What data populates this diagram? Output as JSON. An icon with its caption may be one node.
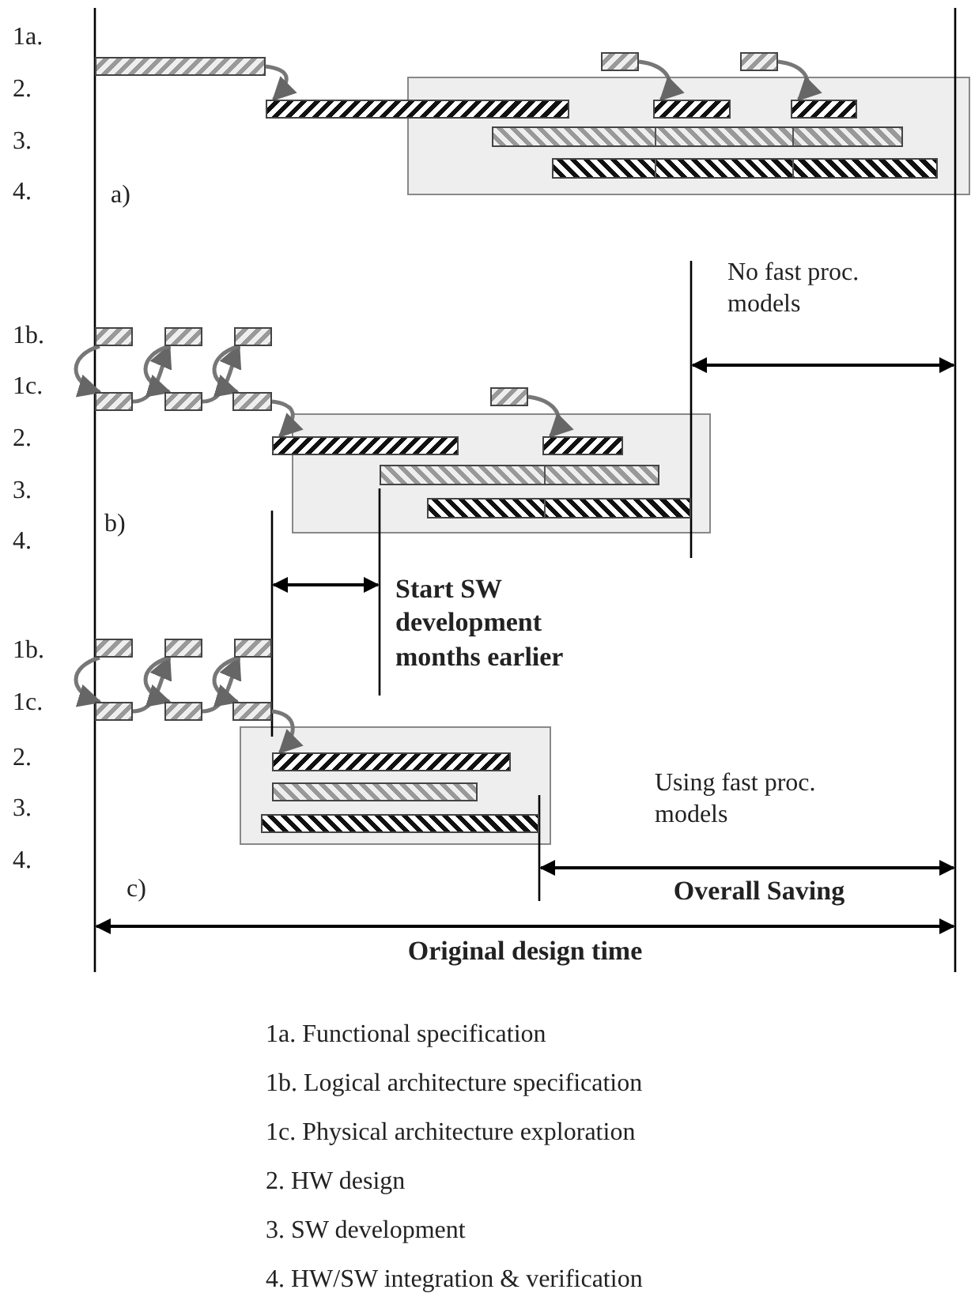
{
  "diagram": {
    "nodes": [
      {
        "text": [],
        "shape": "bar"
      },
      {
        "text": [],
        "shape": "bar"
      },
      {
        "text": [],
        "shape": "bar"
      },
      {
        "text": [],
        "shape": "bar"
      },
      {
        "text": [],
        "shape": "bar"
      },
      {
        "text": [],
        "shape": "bar"
      },
      {
        "text": [],
        "shape": "bar"
      },
      {
        "text": [],
        "shape": "bar"
      },
      {
        "text": [],
        "shape": "bar"
      },
      {
        "text": [],
        "shape": "bar"
      },
      {
        "text": [],
        "shape": "bar"
      },
      {
        "text": [],
        "shape": "bar"
      },
      {
        "text": [],
        "shape": "bar"
      },
      {
        "text": [],
        "shape": "bar"
      },
      {
        "text": [],
        "shape": "bar"
      },
      {
        "text": [],
        "shape": "bar"
      },
      {
        "text": [],
        "shape": "bar"
      },
      {
        "text": [],
        "shape": "bar"
      },
      {
        "text": [],
        "shape": "bar"
      },
      {
        "text": [],
        "shape": "bar"
      },
      {
        "text": [],
        "shape": "bar"
      },
      {
        "text": [],
        "shape": "bar"
      },
      {
        "text": [],
        "shape": "bar"
      },
      {
        "text": [],
        "shape": "bar"
      },
      {
        "text": [],
        "shape": "bar"
      },
      {
        "text": [],
        "shape": "bar"
      },
      {
        "text": [],
        "shape": "bar"
      },
      {
        "text": [],
        "shape": "bar"
      }
    ],
    "edges": [
      {
        "from": 0,
        "to": 1,
        "arrow": "to"
      },
      {
        "from": 2,
        "to": 4,
        "arrow": "to"
      },
      {
        "from": 3,
        "to": 5,
        "arrow": "to"
      },
      {
        "from": 8,
        "to": 11,
        "arrow": "to"
      },
      {
        "from": 11,
        "to": 9,
        "arrow": "to"
      },
      {
        "from": 9,
        "to": 12,
        "arrow": "to"
      },
      {
        "from": 12,
        "to": 10,
        "arrow": "to"
      },
      {
        "from": 10,
        "to": 13,
        "arrow": "to"
      },
      {
        "from": 13,
        "to": 14,
        "arrow": "to"
      },
      {
        "from": 15,
        "to": 16,
        "arrow": "to"
      },
      {
        "from": 19,
        "to": 22,
        "arrow": "to"
      },
      {
        "from": 22,
        "to": 20,
        "arrow": "to"
      },
      {
        "from": 20,
        "to": 23,
        "arrow": "to"
      },
      {
        "from": 23,
        "to": 21,
        "arrow": "to"
      },
      {
        "from": 21,
        "to": 24,
        "arrow": "to"
      },
      {
        "from": 24,
        "to": 25,
        "arrow": "to"
      }
    ],
    "labels": [
      "1a.",
      "2.",
      "3.",
      "4.",
      "a)",
      "No fast proc. models",
      "1b.",
      "1c.",
      "2.",
      "3.",
      "4.",
      "b)",
      "Start SW development months earlier",
      "1b.",
      "1c.",
      "2.",
      "3.",
      "4.",
      "Using fast proc. models",
      "c)",
      "Overall Saving",
      "Original design time",
      "1a. Functional specification",
      "1b. Logical architecture specification",
      "1c. Physical architecture exploration",
      "2. HW design",
      "3. SW development",
      "4. HW/SW integration & verification"
    ]
  }
}
